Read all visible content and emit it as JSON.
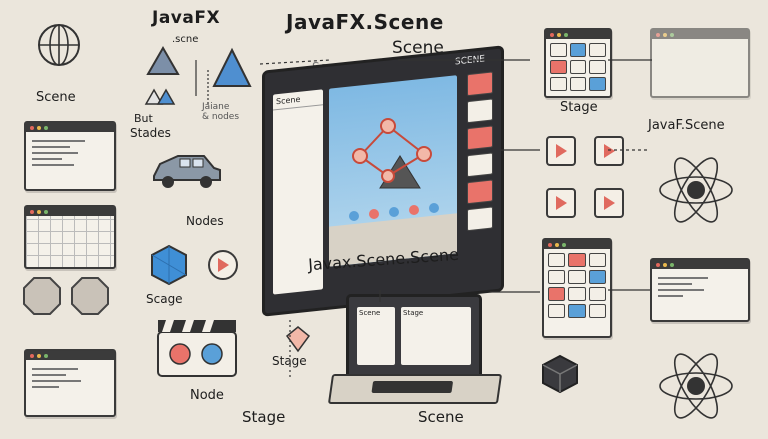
{
  "labels": {
    "javafx_top": "JavaFX",
    "scene_small": ".scne",
    "javafx_scene_title": "JavaFX.Scene",
    "scene_title": "Scene",
    "scene_faint": "Scene",
    "scene_left": "Scene",
    "but": "But",
    "stades": "Stades",
    "jaane_nodes": "Jaiane\n& nodes",
    "nodes": "Nodes",
    "stage_left": "Scage",
    "node_bottom": "Node",
    "stage_bottom_small": "Stage",
    "stage_bottom": "Stage",
    "scene_bottom": "Scene",
    "javax_scene": "Javax.Scene.Scene",
    "stage_right": "Stage",
    "javaf_scene": "JavaF.Scene",
    "monitor_panel": "Scene",
    "monitor_tab": "SCENE",
    "laptop_tab1": "Scene",
    "laptop_tab2": "Stage"
  },
  "colors": {
    "background": "#ebe6dc",
    "outline": "#333333",
    "accent_red": "#e06a5f",
    "accent_blue": "#5aa0d8",
    "sky": "#7fb9e3",
    "screen_dark": "#2f2f33"
  },
  "icons": [
    "globe-icon",
    "triangle-icon",
    "car-icon",
    "hexagon-icon",
    "film-clapper-icon",
    "atom-icon",
    "cube-icon",
    "play-icon",
    "octagon-icon",
    "diamond-icon"
  ]
}
